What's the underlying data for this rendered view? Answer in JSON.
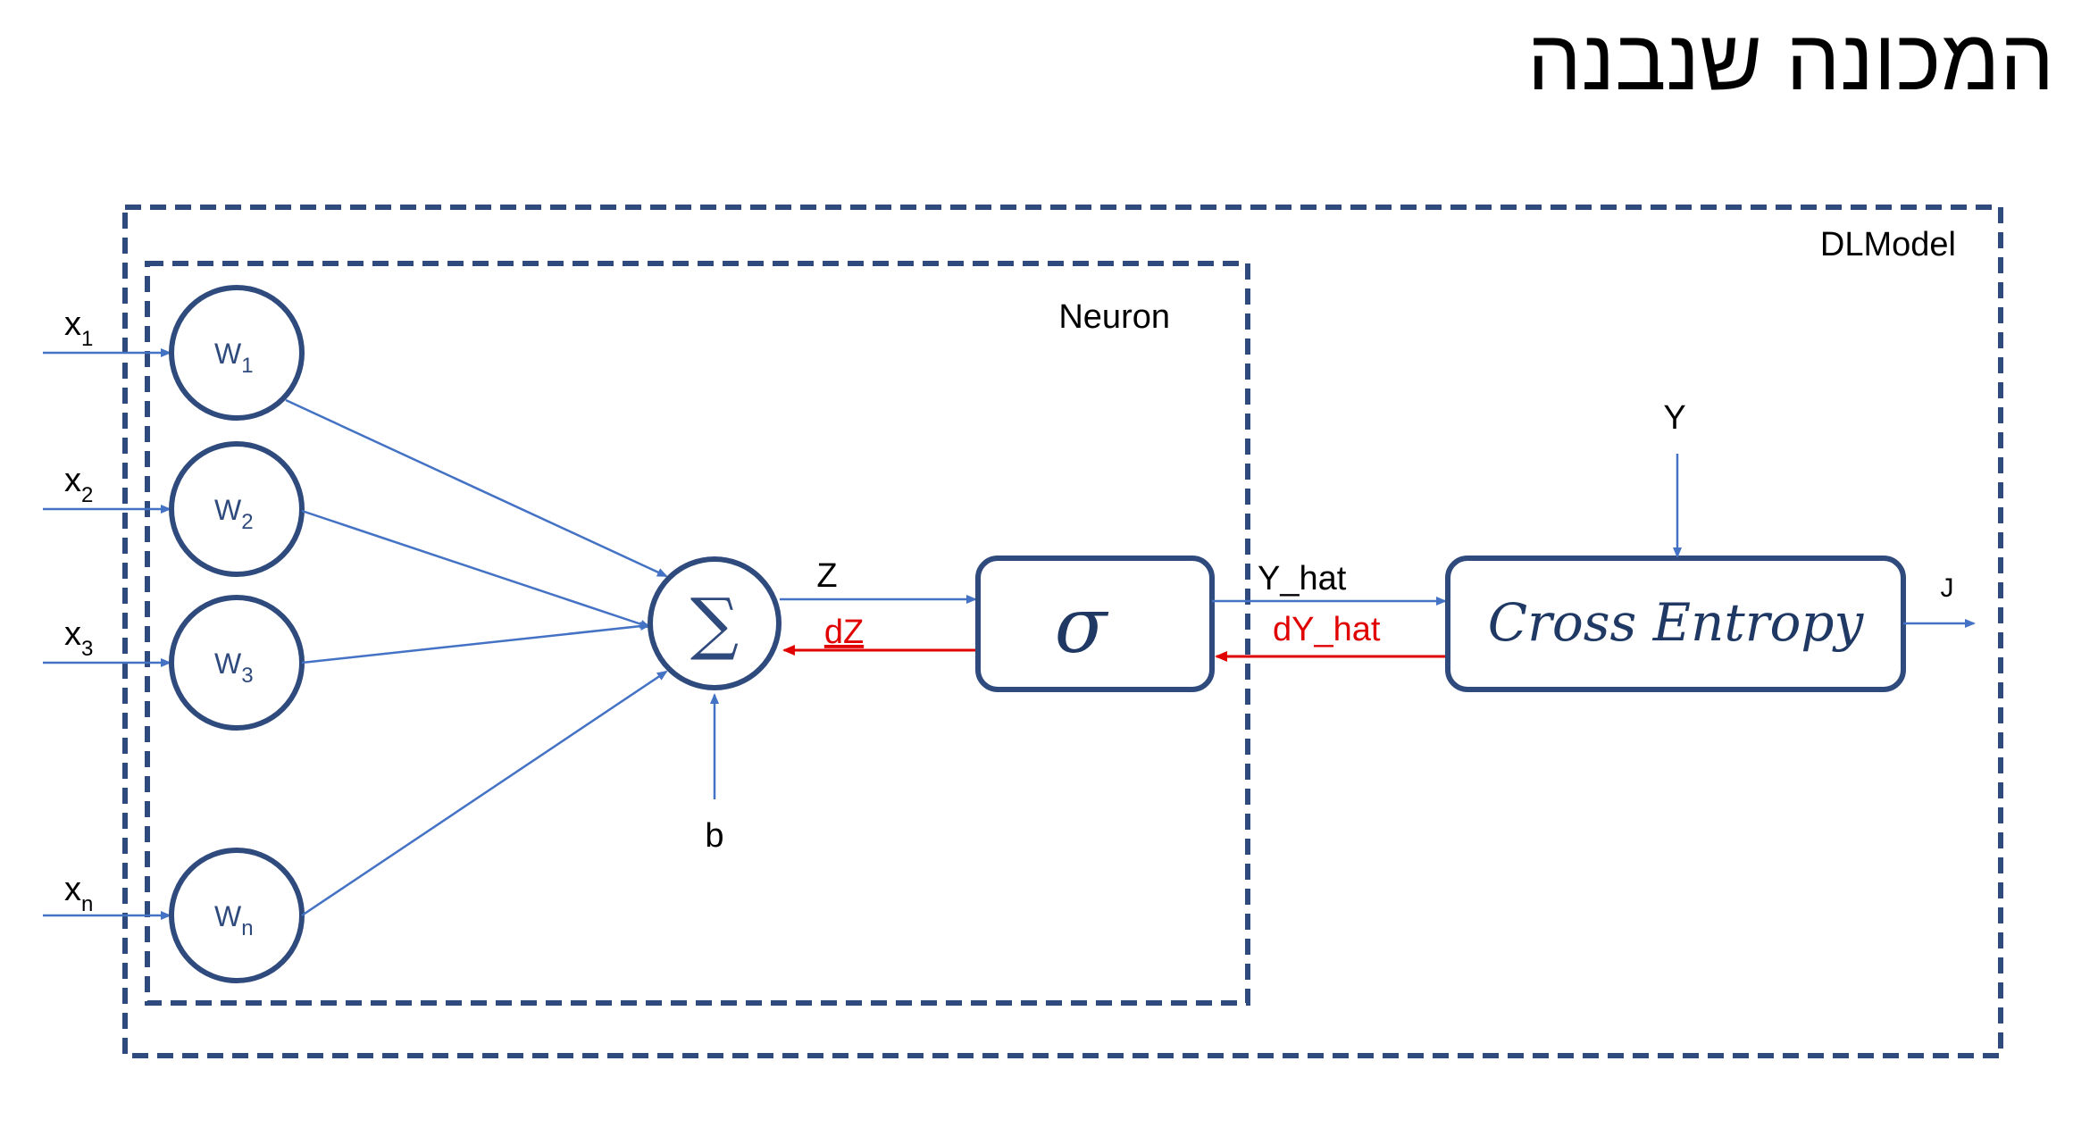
{
  "title": "המכונה שנבנה",
  "outer_box_label": "DLModel",
  "inner_box_label": "Neuron",
  "inputs": [
    {
      "name": "x",
      "sub": "1"
    },
    {
      "name": "x",
      "sub": "2"
    },
    {
      "name": "x",
      "sub": "3"
    },
    {
      "name": "x",
      "sub": "n"
    }
  ],
  "weights": [
    {
      "name": "W",
      "sub": "1"
    },
    {
      "name": "W",
      "sub": "2"
    },
    {
      "name": "W",
      "sub": "3"
    },
    {
      "name": "W",
      "sub": "n"
    }
  ],
  "sum_symbol": "∑",
  "bias_label": "b",
  "z_label": "Z",
  "dz_label": "dZ",
  "sigma_symbol": "σ",
  "yhat_label": "Y_hat",
  "dyhat_label": "dY_hat",
  "loss_label": "Cross Entropy",
  "y_label": "Y",
  "j_label": "J",
  "colors": {
    "box_border": "#2f4a7d",
    "forward_arrow": "#4472c4",
    "backward_arrow": "#e00000",
    "text": "#000000"
  }
}
